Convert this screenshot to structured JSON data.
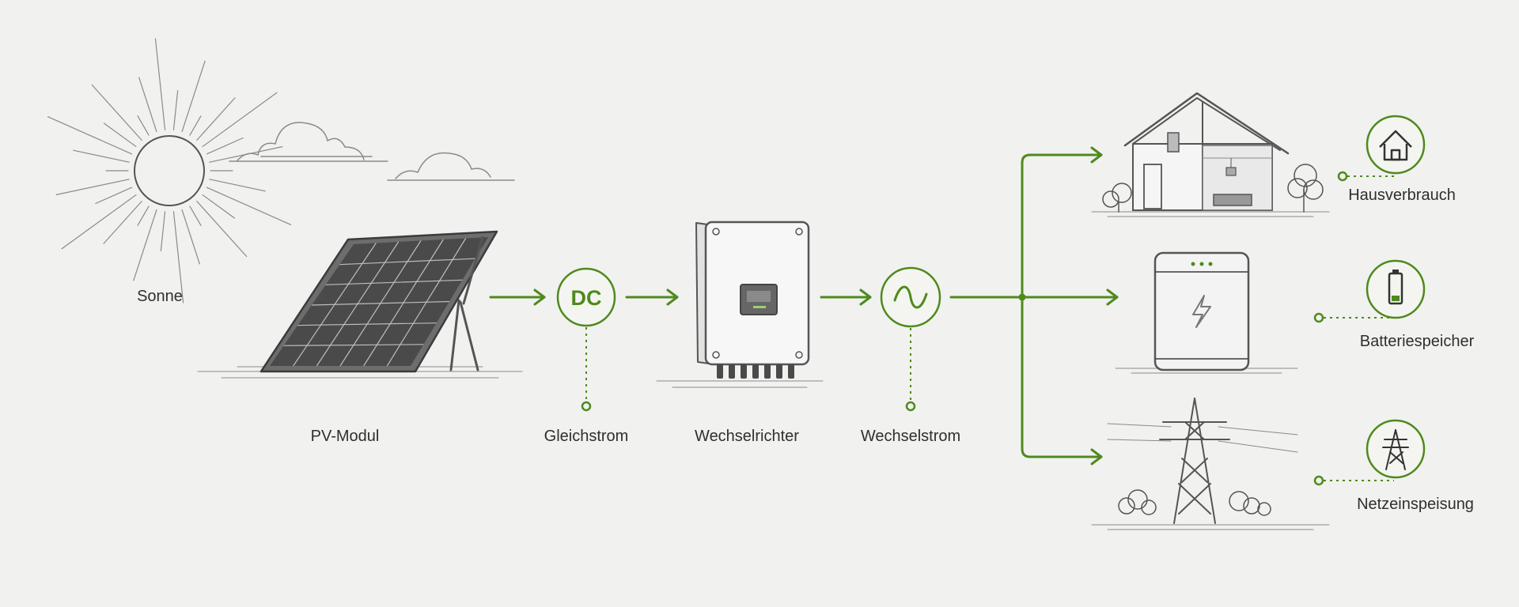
{
  "colors": {
    "accent": "#4f8a1d",
    "sketch": "#555555",
    "background": "#f1f1f0"
  },
  "nodes": {
    "sun": {
      "label": "Sonne",
      "icon": "sun-icon"
    },
    "pv_module": {
      "label": "PV-Modul",
      "icon": "solar-panel-icon"
    },
    "dc": {
      "badge_text": "DC",
      "label": "Gleichstrom"
    },
    "inverter": {
      "label": "Wechselrichter",
      "icon": "inverter-icon"
    },
    "ac": {
      "badge_icon": "sine-wave-icon",
      "label": "Wechselstrom"
    }
  },
  "outputs": [
    {
      "label": "Hausverbrauch",
      "icon": "house-icon"
    },
    {
      "label": "Batteriespeicher",
      "icon": "battery-icon"
    },
    {
      "label": "Netzeinspeisung",
      "icon": "power-pylon-icon"
    }
  ]
}
